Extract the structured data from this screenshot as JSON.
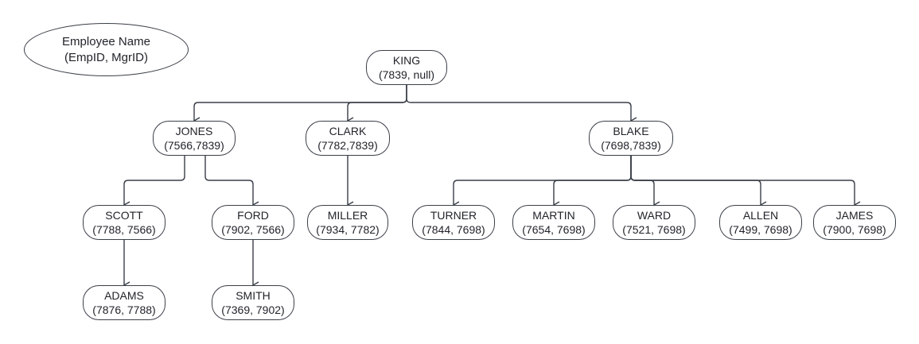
{
  "legend": {
    "line1": "Employee Name",
    "line2": "(EmpID, MgrID)"
  },
  "colors": {
    "stroke": "#3a3f48",
    "text": "#1f2228",
    "background": "#ffffff"
  },
  "nodes": [
    {
      "id": "king",
      "name": "KING",
      "ids": "(7839, null)"
    },
    {
      "id": "jones",
      "name": "JONES",
      "ids": "(7566,7839)"
    },
    {
      "id": "clark",
      "name": "CLARK",
      "ids": "(7782,7839)"
    },
    {
      "id": "blake",
      "name": "BLAKE",
      "ids": "(7698,7839)"
    },
    {
      "id": "scott",
      "name": "SCOTT",
      "ids": "(7788, 7566)"
    },
    {
      "id": "ford",
      "name": "FORD",
      "ids": "(7902, 7566)"
    },
    {
      "id": "miller",
      "name": "MILLER",
      "ids": "(7934, 7782)"
    },
    {
      "id": "turner",
      "name": "TURNER",
      "ids": "(7844, 7698)"
    },
    {
      "id": "martin",
      "name": "MARTIN",
      "ids": "(7654, 7698)"
    },
    {
      "id": "ward",
      "name": "WARD",
      "ids": "(7521, 7698)"
    },
    {
      "id": "allen",
      "name": "ALLEN",
      "ids": "(7499, 7698)"
    },
    {
      "id": "james",
      "name": "JAMES",
      "ids": "(7900, 7698)"
    },
    {
      "id": "adams",
      "name": "ADAMS",
      "ids": "(7876, 7788)"
    },
    {
      "id": "smith",
      "name": "SMITH",
      "ids": "(7369, 7902)"
    }
  ],
  "edges": [
    {
      "from": "king",
      "to": "jones"
    },
    {
      "from": "king",
      "to": "clark"
    },
    {
      "from": "king",
      "to": "blake"
    },
    {
      "from": "jones",
      "to": "scott"
    },
    {
      "from": "jones",
      "to": "ford"
    },
    {
      "from": "clark",
      "to": "miller"
    },
    {
      "from": "blake",
      "to": "turner"
    },
    {
      "from": "blake",
      "to": "martin"
    },
    {
      "from": "blake",
      "to": "ward"
    },
    {
      "from": "blake",
      "to": "allen"
    },
    {
      "from": "blake",
      "to": "james"
    },
    {
      "from": "scott",
      "to": "adams"
    },
    {
      "from": "ford",
      "to": "smith"
    }
  ]
}
